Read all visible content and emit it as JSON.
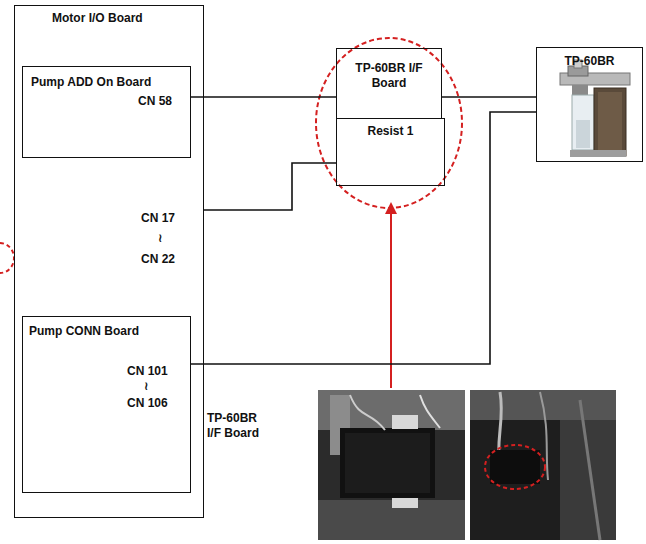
{
  "diagram": {
    "nodes": [
      {
        "text": [
          "Motor I/O Board"
        ]
      },
      {
        "text": [
          "Pump ADD On Board",
          "CN 58"
        ],
        "in": 0
      },
      {
        "text": [
          "Pump CONN Board",
          "CN 101",
          "≀",
          "CN 106"
        ],
        "in": 0
      },
      {
        "text": [
          "TP-60BR I/F Board"
        ]
      },
      {
        "text": [
          "Resist 1"
        ]
      },
      {
        "text": [
          "TP-60BR"
        ]
      }
    ],
    "edges": [
      {
        "from": 1,
        "to": 3,
        "arrow": "none"
      },
      {
        "from": 3,
        "to": 5,
        "arrow": "none"
      },
      {
        "from": 0,
        "to": 4,
        "arrow": "none"
      },
      {
        "from": 2,
        "to": 5,
        "arrow": "none"
      }
    ],
    "labels": [
      "CN 17",
      "≀",
      "CN 22",
      "TP-60BR I/F Board"
    ]
  }
}
